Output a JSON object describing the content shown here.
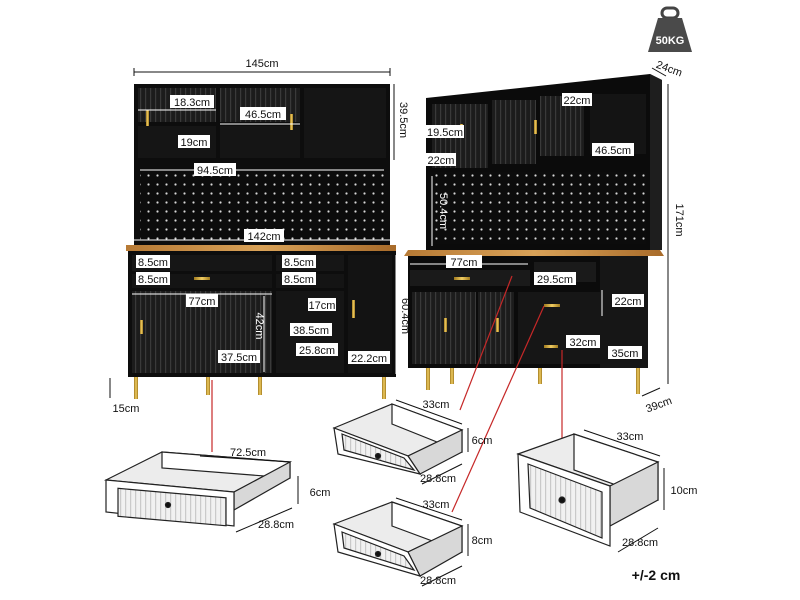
{
  "weight_badge": "50KG",
  "tolerance": "+/-2 cm",
  "front_view": {
    "total_width": "145cm",
    "top_depth": "39.5cm",
    "top_left_shelf": "18.3cm",
    "top_mid_shelf": "46.5cm",
    "top_low_shelf": "19cm",
    "pegboard_width": "94.5cm",
    "counter_width": "142cm",
    "drawer_h1": "8.5cm",
    "drawer_h2": "8.5cm",
    "drawer_h3": "8.5cm",
    "drawer_h4": "8.5cm",
    "cabinet_width": "77cm",
    "side_drawer": "17cm",
    "cabinet_height": "42cm",
    "lower_mid": "38.5cm",
    "lower_left": "37.5cm",
    "lower_right": "25.8cm",
    "right_door": "22.2cm",
    "right_height": "60.4cm",
    "leg_height": "15cm"
  },
  "side_view": {
    "top_depth": "24cm",
    "total_height": "171cm",
    "base_depth": "39cm",
    "upper_shelf": "22cm",
    "left_shelf": "19.5cm",
    "left_low": "22cm",
    "right_shelf": "46.5cm",
    "pegboard_height": "50.4cm",
    "drawer_width": "77cm",
    "small_drawer": "29.5cm",
    "side_open": "22cm",
    "drawer_32": "32cm",
    "side_low": "35cm"
  },
  "drawers": {
    "large": {
      "width": "72.5cm",
      "height": "6cm",
      "depth": "28.8cm"
    },
    "small_top": {
      "width": "33cm",
      "height": "6cm",
      "depth": "28.8cm"
    },
    "small_bottom": {
      "width": "33cm",
      "height": "8cm",
      "depth": "28.8cm"
    },
    "deep": {
      "width": "33cm",
      "height": "10cm",
      "depth": "28.8cm"
    }
  }
}
